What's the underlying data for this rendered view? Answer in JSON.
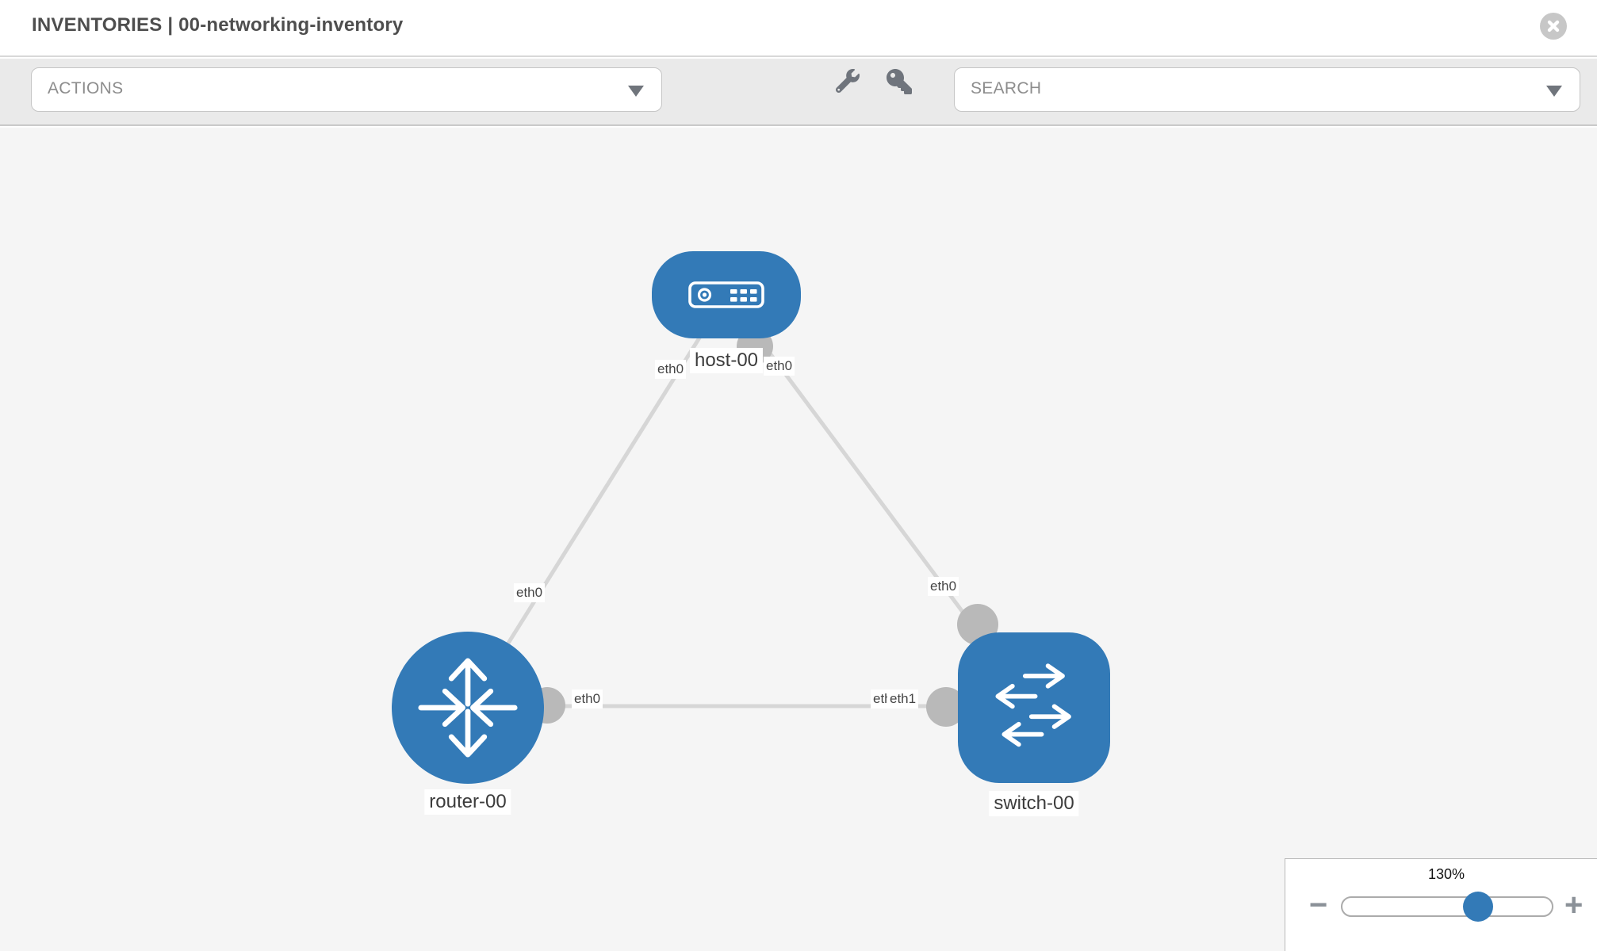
{
  "header": {
    "title": "INVENTORIES | 00-networking-inventory"
  },
  "toolbar": {
    "actions_placeholder": "ACTIONS",
    "search_placeholder": "SEARCH",
    "tool_icons": [
      "wrench-icon",
      "key-icon"
    ]
  },
  "topology": {
    "nodes": [
      {
        "id": "host-00",
        "type": "host",
        "label": "host-00"
      },
      {
        "id": "router-00",
        "type": "router",
        "label": "router-00"
      },
      {
        "id": "switch-00",
        "type": "switch",
        "label": "switch-00"
      }
    ],
    "links": [
      {
        "source": "host-00",
        "target": "router-00",
        "source_interface": "eth0",
        "target_interface": "eth0"
      },
      {
        "source": "host-00",
        "target": "switch-00",
        "source_interface": "eth0",
        "target_interface": "eth0"
      },
      {
        "source": "router-00",
        "target": "switch-00",
        "source_interface": "eth0",
        "target_interface": "eth1"
      }
    ],
    "interface_labels": {
      "host_to_router_at_host": "eth0",
      "host_to_switch_at_host": "eth0",
      "host_to_router_at_router": "eth0",
      "host_to_switch_at_switch": "eth0",
      "router_to_switch_at_router": "eth0",
      "router_to_switch_at_switch": "eth1",
      "router_to_switch_at_switch_clipped": "eth"
    }
  },
  "zoom_control": {
    "level": "130%",
    "minus_label": "−",
    "plus_label": "+"
  },
  "colors": {
    "node_blue": "#337ab7",
    "link_gray": "#d6d6d6",
    "handle_gray": "#b9b9b9",
    "canvas_bg": "#f5f5f5",
    "toolbar_bg": "#eaeaea"
  }
}
